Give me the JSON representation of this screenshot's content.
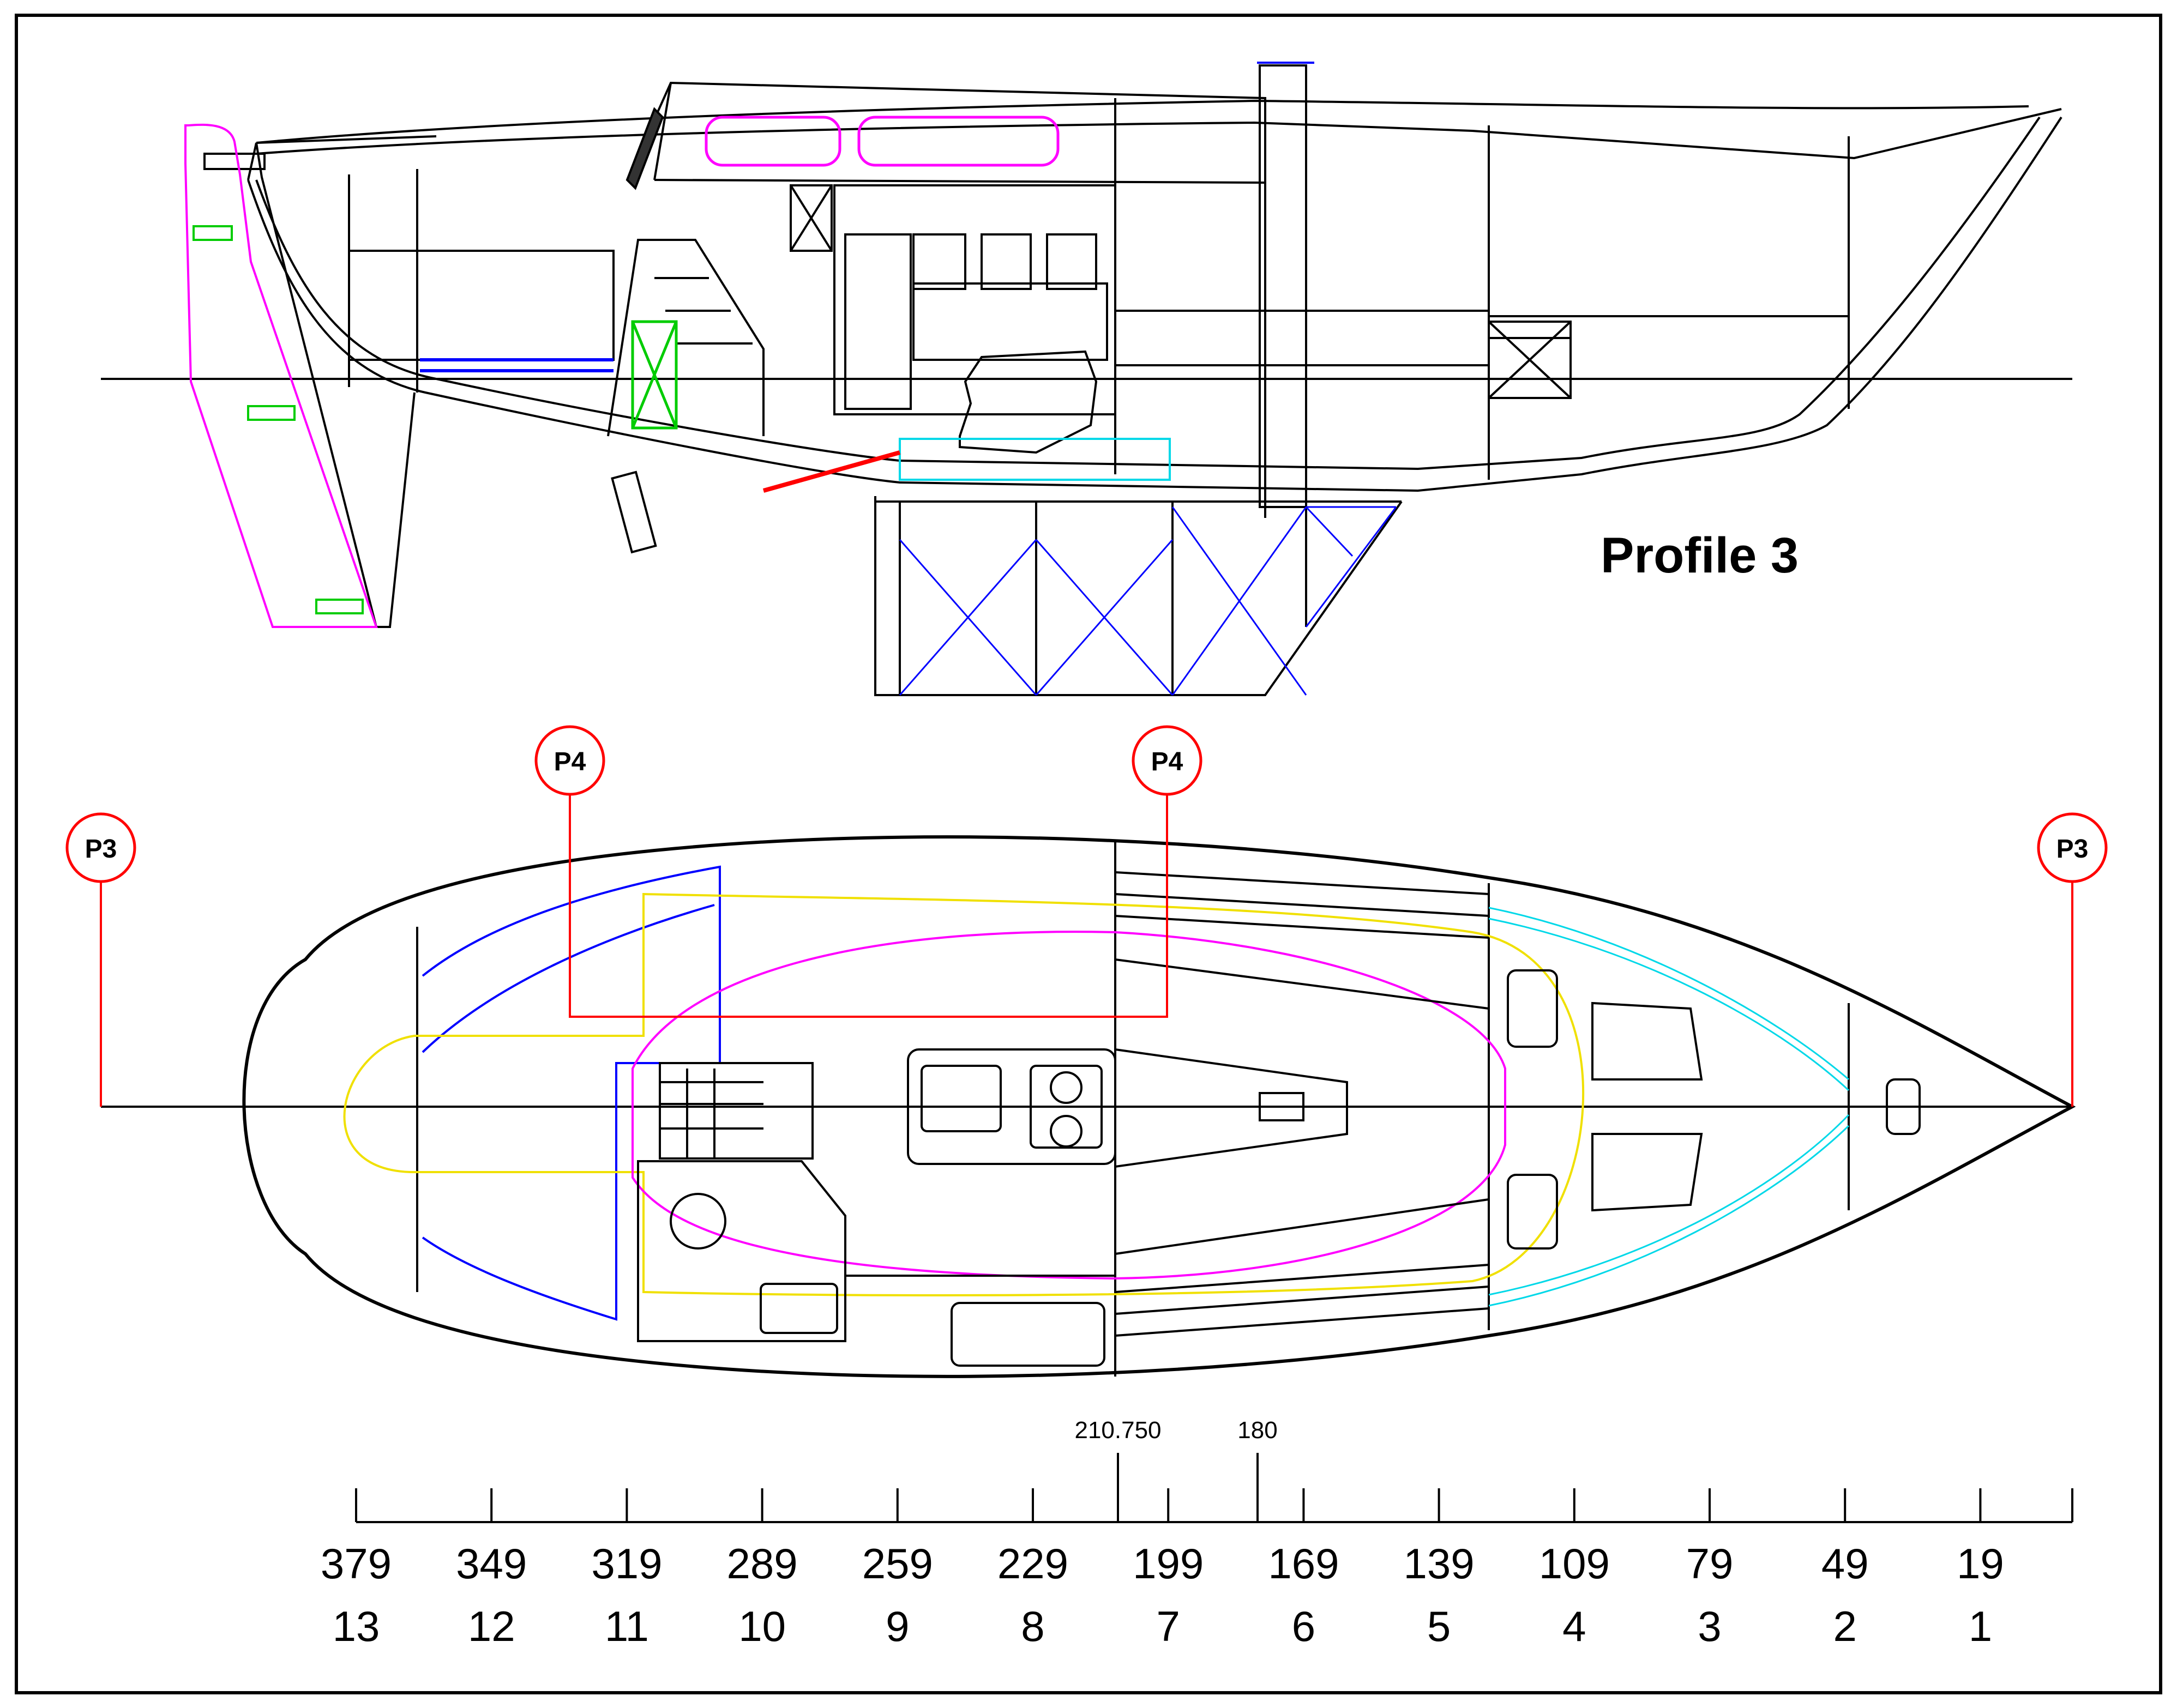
{
  "title": "Profile 3",
  "section_markers": {
    "p3_left": "P3",
    "p3_right": "P3",
    "p4_left": "P4",
    "p4_right": "P4"
  },
  "reference_marks": [
    "210.750",
    "180"
  ],
  "stations": [
    {
      "inches": "379",
      "number": "13"
    },
    {
      "inches": "349",
      "number": "12"
    },
    {
      "inches": "319",
      "number": "11"
    },
    {
      "inches": "289",
      "number": "10"
    },
    {
      "inches": "259",
      "number": "9"
    },
    {
      "inches": "229",
      "number": "8"
    },
    {
      "inches": "199",
      "number": "7"
    },
    {
      "inches": "169",
      "number": "6"
    },
    {
      "inches": "139",
      "number": "5"
    },
    {
      "inches": "109",
      "number": "4"
    },
    {
      "inches": "79",
      "number": "3"
    },
    {
      "inches": "49",
      "number": "2"
    },
    {
      "inches": "19",
      "number": "1"
    }
  ],
  "colors": {
    "outline": "#000000",
    "marker_red": "#ff0000",
    "rudder_magenta": "#ff00ff",
    "hardware_green": "#00cc00",
    "keel_blue": "#0000ff",
    "tank_cyan": "#00d8e8",
    "cushion_yellow": "#f0e000"
  }
}
